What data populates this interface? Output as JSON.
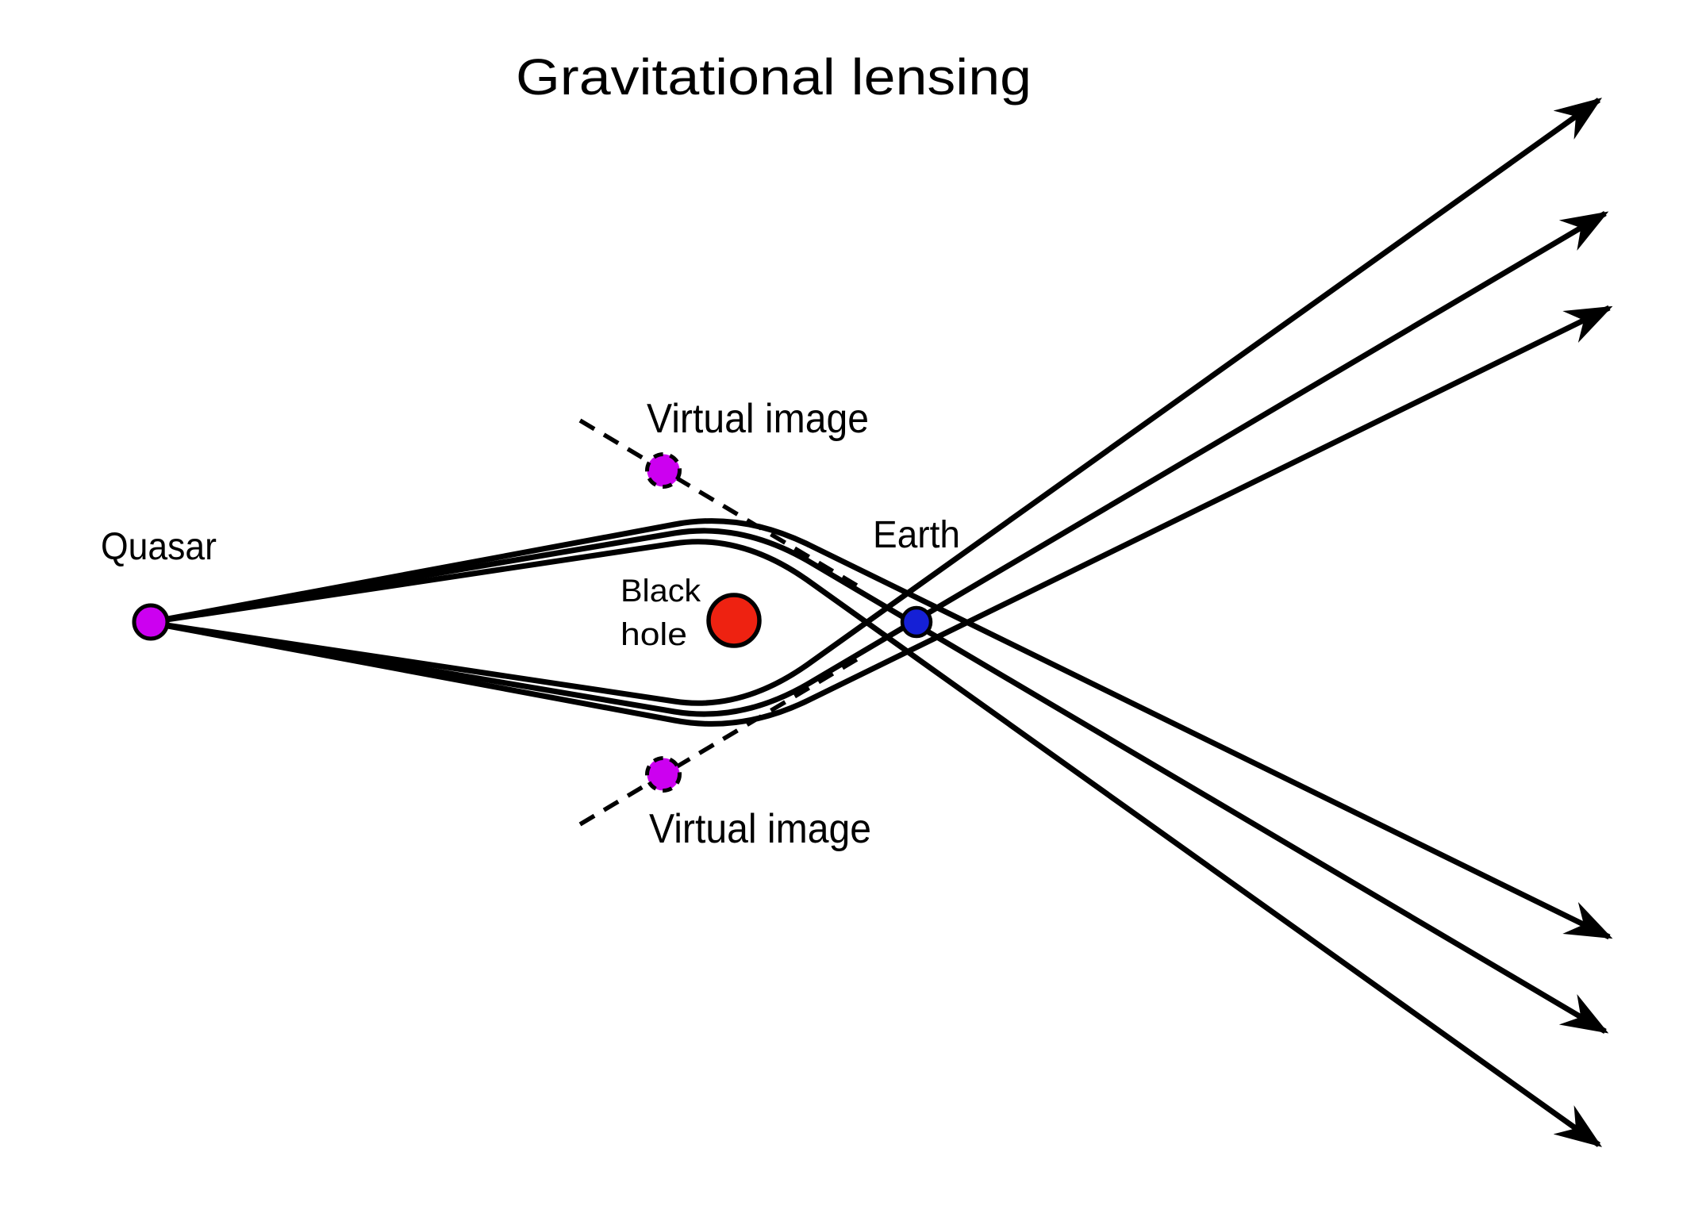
{
  "title": "Gravitational lensing",
  "labels": {
    "quasar": "Quasar",
    "earth": "Earth",
    "black_hole_line1": "Black",
    "black_hole_line2": "hole",
    "virtual_image_top": "Virtual image",
    "virtual_image_bottom": "Virtual image"
  },
  "colors": {
    "background": "#FFFFFF",
    "text": "#000000",
    "ray": "#000000",
    "sight_line": "#000000",
    "arrowhead": "#000000",
    "quasar_fill": "#CC00F0",
    "virtual_image_fill": "#CC00F0",
    "black_hole_fill": "#EE2211",
    "earth_fill": "#1520D6",
    "dot_outline": "#000000"
  },
  "diagram_facts": {
    "rays_per_bundle": 3,
    "bundles": 2,
    "arrow_count": 6,
    "virtual_image_count": 2,
    "sight_lines_dashed": true
  }
}
